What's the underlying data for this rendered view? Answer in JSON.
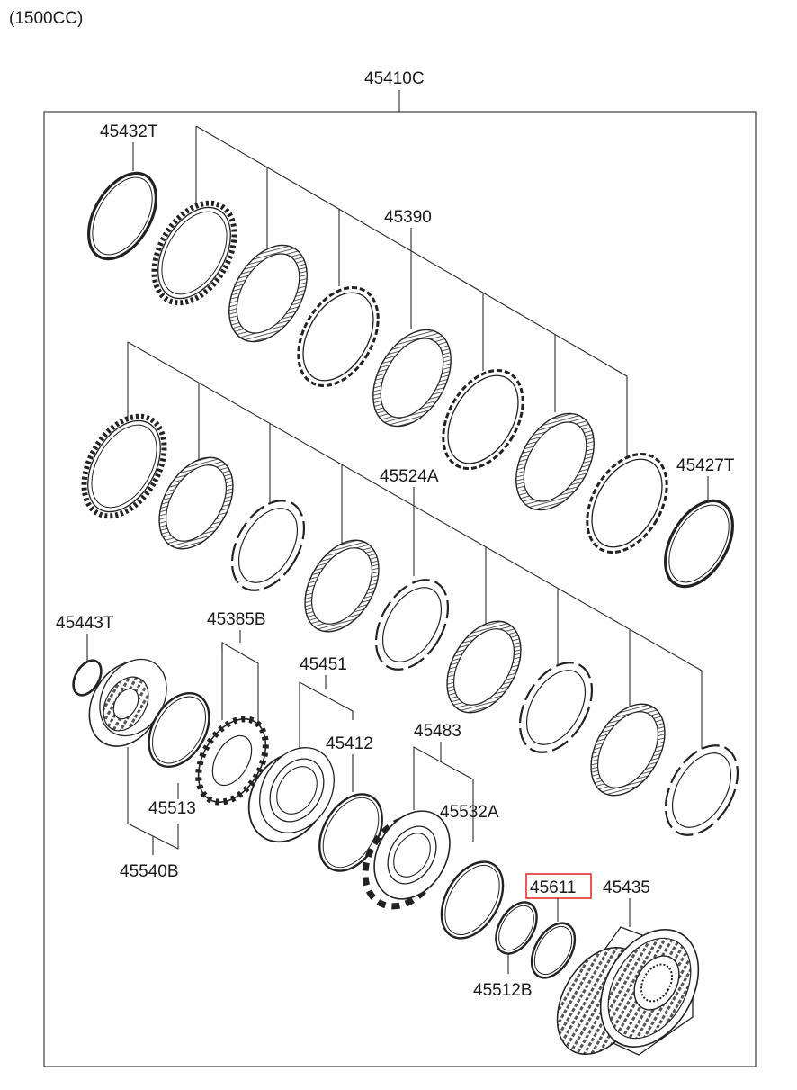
{
  "header": {
    "variant": "(1500CC)"
  },
  "assembly": {
    "part_no": "45410C"
  },
  "highlighted_part": "45611",
  "parts": [
    {
      "id": "p45432T",
      "no": "45432T"
    },
    {
      "id": "p45390",
      "no": "45390"
    },
    {
      "id": "p45524A",
      "no": "45524A"
    },
    {
      "id": "p45427T",
      "no": "45427T"
    },
    {
      "id": "p45443T",
      "no": "45443T"
    },
    {
      "id": "p45385B",
      "no": "45385B"
    },
    {
      "id": "p45451",
      "no": "45451"
    },
    {
      "id": "p45412",
      "no": "45412"
    },
    {
      "id": "p45483",
      "no": "45483"
    },
    {
      "id": "p45532A",
      "no": "45532A"
    },
    {
      "id": "p45513",
      "no": "45513"
    },
    {
      "id": "p45540B",
      "no": "45540B"
    },
    {
      "id": "p45611",
      "no": "45611"
    },
    {
      "id": "p45435",
      "no": "45435"
    },
    {
      "id": "p45512B",
      "no": "45512B"
    }
  ],
  "colors": {
    "line": "#2a2a2a",
    "highlight": "#e53030",
    "background": "#ffffff"
  }
}
